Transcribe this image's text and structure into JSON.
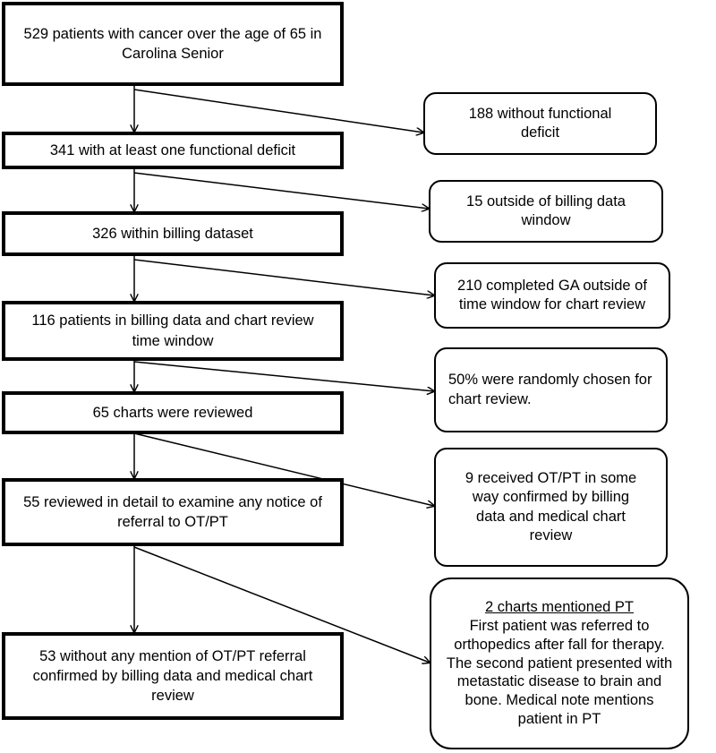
{
  "main_steps": [
    {
      "id": "m1",
      "text": "529 patients with cancer over the age of 65 in Carolina Senior"
    },
    {
      "id": "m2",
      "text": "341 with at least one functional deficit"
    },
    {
      "id": "m3",
      "text": "326 within billing dataset"
    },
    {
      "id": "m4",
      "text": "116 patients in billing data and chart review time window"
    },
    {
      "id": "m5",
      "text": "65 charts were reviewed"
    },
    {
      "id": "m6",
      "text": "55 reviewed in detail to examine any notice of referral to OT/PT"
    },
    {
      "id": "m7",
      "text": "53 without any mention of OT/PT referral confirmed by billing data and medical chart review"
    }
  ],
  "side_steps": [
    {
      "id": "s1",
      "text": "188 without functional deficit"
    },
    {
      "id": "s2",
      "text": "15 outside of billing data window"
    },
    {
      "id": "s3",
      "text": "210 completed GA outside of time window for chart review"
    },
    {
      "id": "s4",
      "text": "50% were randomly chosen for chart review."
    },
    {
      "id": "s5",
      "text": "9 received OT/PT in some way confirmed by billing data and medical chart review"
    },
    {
      "id": "s6",
      "heading": "2 charts mentioned PT",
      "lines": [
        "First patient was referred to orthopedics after fall for therapy.",
        "The second patient presented with metastatic disease to brain and bone. Medical note mentions patient in PT"
      ]
    }
  ],
  "edges": [
    {
      "from": "m1",
      "to": "m2"
    },
    {
      "from": "m2",
      "to": "m3"
    },
    {
      "from": "m3",
      "to": "m4"
    },
    {
      "from": "m4",
      "to": "m5"
    },
    {
      "from": "m5",
      "to": "m6"
    },
    {
      "from": "m6",
      "to": "m7"
    },
    {
      "from": "m1",
      "to": "s1"
    },
    {
      "from": "m2",
      "to": "s2"
    },
    {
      "from": "m3",
      "to": "s3"
    },
    {
      "from": "m4",
      "to": "s4"
    },
    {
      "from": "m5",
      "to": "s5"
    },
    {
      "from": "m6",
      "to": "s6"
    }
  ]
}
